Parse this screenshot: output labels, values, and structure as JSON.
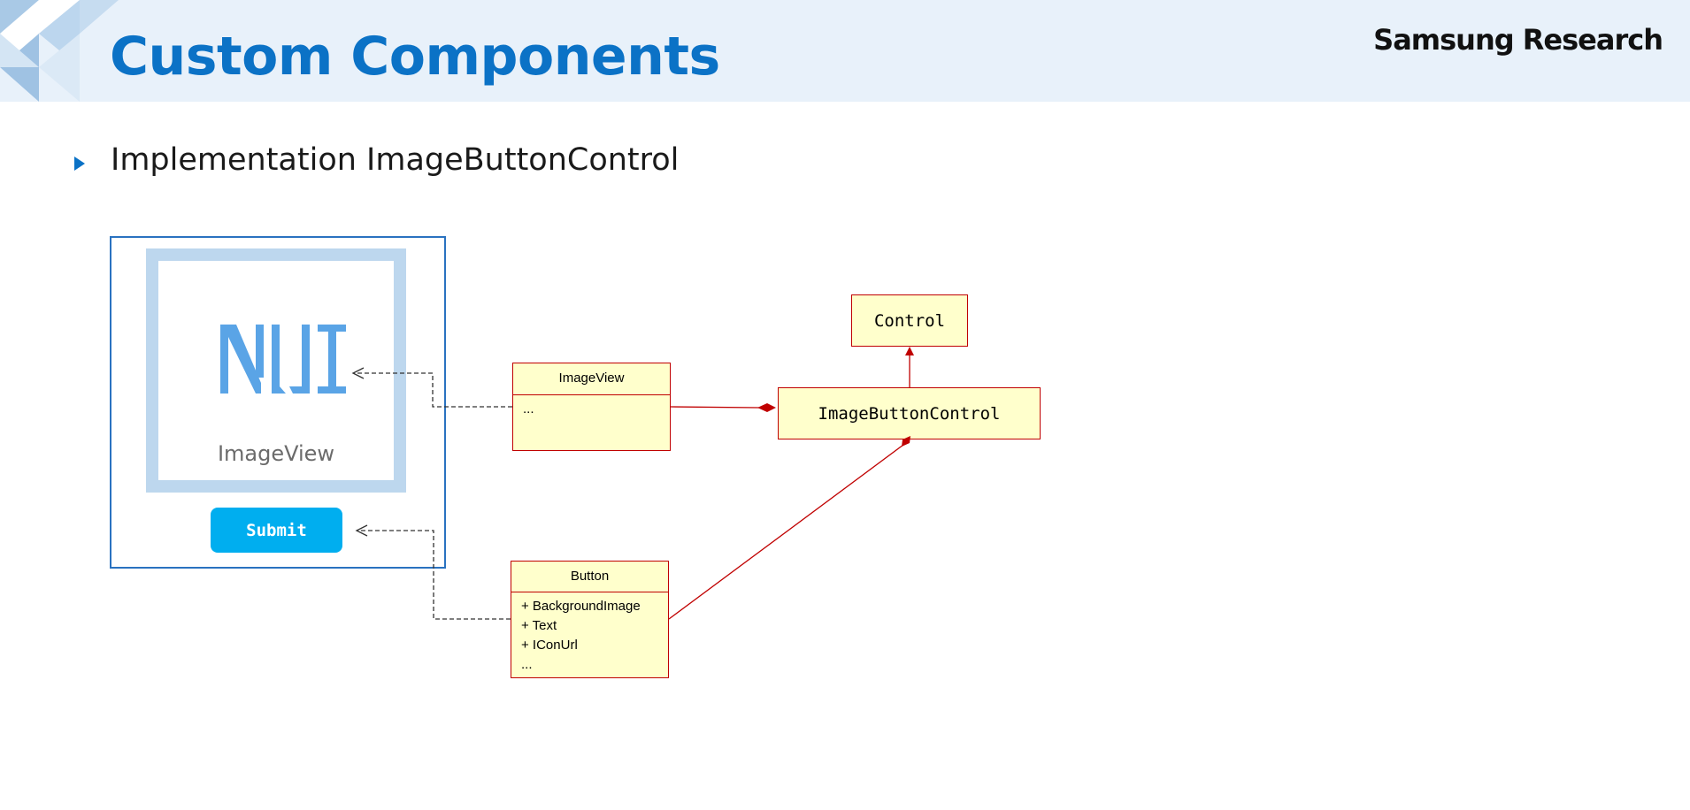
{
  "slide": {
    "title": "Custom Components",
    "brand": "Samsung Research",
    "bullet": "Implementation ImageButtonControl"
  },
  "mockup": {
    "logo_text": "NUI",
    "image_view_label": "ImageView",
    "submit_label": "Submit"
  },
  "uml": {
    "image_view_class": {
      "name": "ImageView",
      "members": [
        "..."
      ]
    },
    "button_class": {
      "name": "Button",
      "members": [
        "+ BackgroundImage",
        "+ Text",
        "+ IConUrl",
        "..."
      ]
    },
    "control_class": {
      "name": "Control"
    },
    "image_button_control_class": {
      "name": "ImageButtonControl"
    }
  },
  "colors": {
    "title_blue": "#0b72c6",
    "header_bg": "#e8f1fa",
    "uml_fill": "#ffffcc",
    "uml_border": "#c00000",
    "submit_button": "#00aeef",
    "image_view_border": "#bdd7ee",
    "logo_blue": "#5aa4e6"
  }
}
